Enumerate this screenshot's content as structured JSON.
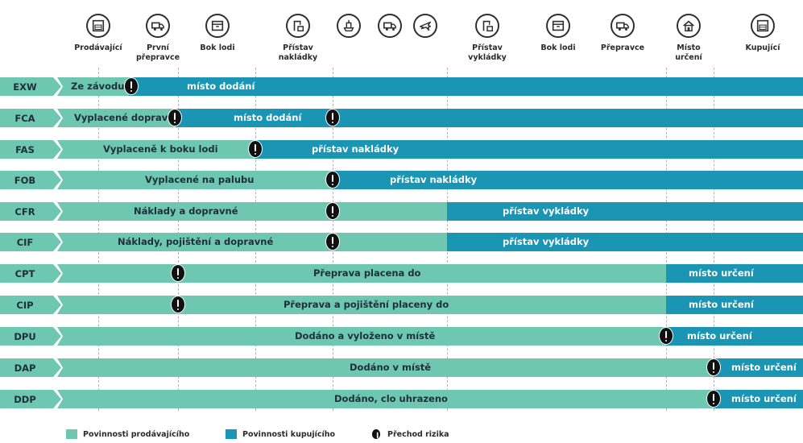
{
  "columns": [
    {
      "icon": "factory-icon",
      "label": "Prodávající"
    },
    {
      "icon": "truck-icon",
      "label": "První\npřepravce"
    },
    {
      "icon": "box-icon",
      "label": "Bok lodi"
    },
    {
      "icon": "crane-icon",
      "label": "Přístav\nnakládky"
    },
    {
      "icon": "ship-icon",
      "label": ""
    },
    {
      "icon": "truck-icon",
      "label": ""
    },
    {
      "icon": "plane-icon",
      "label": ""
    },
    {
      "icon": "crane-icon",
      "label": "Přístav\nvykládky"
    },
    {
      "icon": "box-icon",
      "label": "Bok lodi"
    },
    {
      "icon": "truck-icon",
      "label": "Přepravce"
    },
    {
      "icon": "house-icon",
      "label": "Místo\nurčení"
    },
    {
      "icon": "factory-icon",
      "label": "Kupující"
    }
  ],
  "rows": [
    {
      "code": "EXW",
      "seller_text": "Ze závodu",
      "buyer_text": "místo dodání"
    },
    {
      "code": "FCA",
      "seller_text": "Vyplacené dopravci",
      "buyer_text": "místo dodání"
    },
    {
      "code": "FAS",
      "seller_text": "Vyplaceně k boku lodi",
      "buyer_text": "přístav nakládky"
    },
    {
      "code": "FOB",
      "seller_text": "Vyplacené na palubu",
      "buyer_text": "přístav nakládky"
    },
    {
      "code": "CFR",
      "seller_text": "Náklady a dopravné",
      "buyer_text": "přístav vykládky"
    },
    {
      "code": "CIF",
      "seller_text": "Náklady, pojištění a dopravné",
      "buyer_text": "přístav vykládky"
    },
    {
      "code": "CPT",
      "seller_text": "Přeprava placena do",
      "buyer_text": "místo určení"
    },
    {
      "code": "CIP",
      "seller_text": "Přeprava a pojištění placeny do",
      "buyer_text": "místo určení"
    },
    {
      "code": "DPU",
      "seller_text": "Dodáno a vyloženo v místě",
      "buyer_text": "místo určení"
    },
    {
      "code": "DAP",
      "seller_text": "Dodáno v místě",
      "buyer_text": "místo určení"
    },
    {
      "code": "DDP",
      "seller_text": "Dodáno, clo uhrazeno",
      "buyer_text": "místo určení"
    }
  ],
  "legend": [
    {
      "label": "Povinnosti prodávajícího",
      "color": "#6ec7b0"
    },
    {
      "label": "Povinnosti kupujícího",
      "color": "#1a95b3"
    },
    {
      "label": "Přechod rizika",
      "color": "#111111"
    }
  ],
  "colors": {
    "seller": "#6ec7b0",
    "buyer": "#1a95b3",
    "risk": "#111111"
  }
}
